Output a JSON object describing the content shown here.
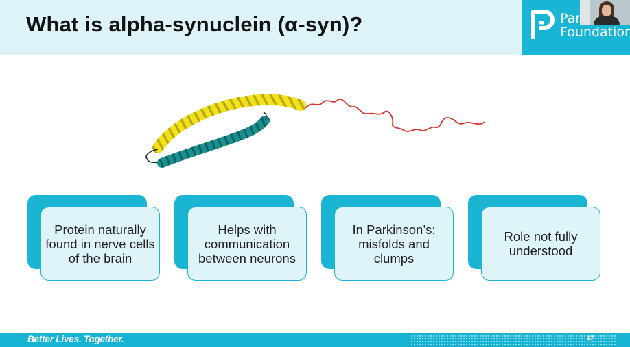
{
  "slide": {
    "title": "What is alpha-synuclein (α-syn)?",
    "page_number": "17"
  },
  "logo": {
    "line1": "Park",
    "line2": "Foundation",
    "icon": "p-logo-icon"
  },
  "cards": [
    {
      "text": "Protein naturally found in nerve cells of the brain"
    },
    {
      "text": "Helps with communication between neurons"
    },
    {
      "text": "In Parkinson’s: misfolds and clumps"
    },
    {
      "text": "Role not fully understood"
    }
  ],
  "footer": {
    "tagline": "Better Lives. Together."
  },
  "colors": {
    "accent": "#18b6d4",
    "header_bg": "#def3f8",
    "card_bg": "#dff4f9",
    "helix_yellow": "#f2e21c",
    "helix_teal": "#17908f",
    "coil_red": "#e0312d"
  }
}
